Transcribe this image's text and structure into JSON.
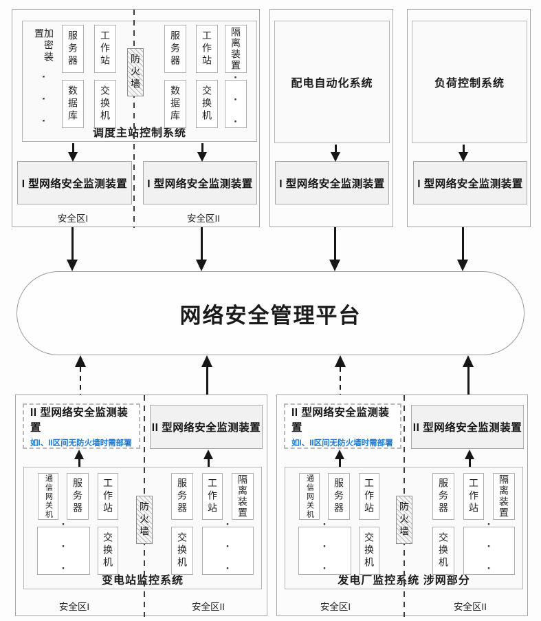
{
  "platform": {
    "title": "网络安全管理平台"
  },
  "labels": {
    "type1": "I 型网络安全监测装置",
    "type2": "II 型网络安全监测装置",
    "type2_note": "如I、II区间无防火墙时需部署",
    "zone1": "安全区I",
    "zone2": "安全区II",
    "dots": "···"
  },
  "components": {
    "encrypt": "加密装置",
    "server": "服务器",
    "workstation": "工作站",
    "firewall": "防火墙",
    "database": "数据库",
    "switch": "交换机",
    "isolation": "隔离装置",
    "gateway": "通信网关机"
  },
  "systems": {
    "dispatch": {
      "name": "调度主站控制系统"
    },
    "distribution": {
      "name": "配电自动化系统"
    },
    "load": {
      "name": "负荷控制系统"
    },
    "substation": {
      "name": "变电站监控系统"
    },
    "plant": {
      "name": "发电厂监控系统 涉网部分"
    }
  },
  "colors": {
    "note_blue": "#1b79d2",
    "monitor_fill": "#f1f1f1"
  }
}
